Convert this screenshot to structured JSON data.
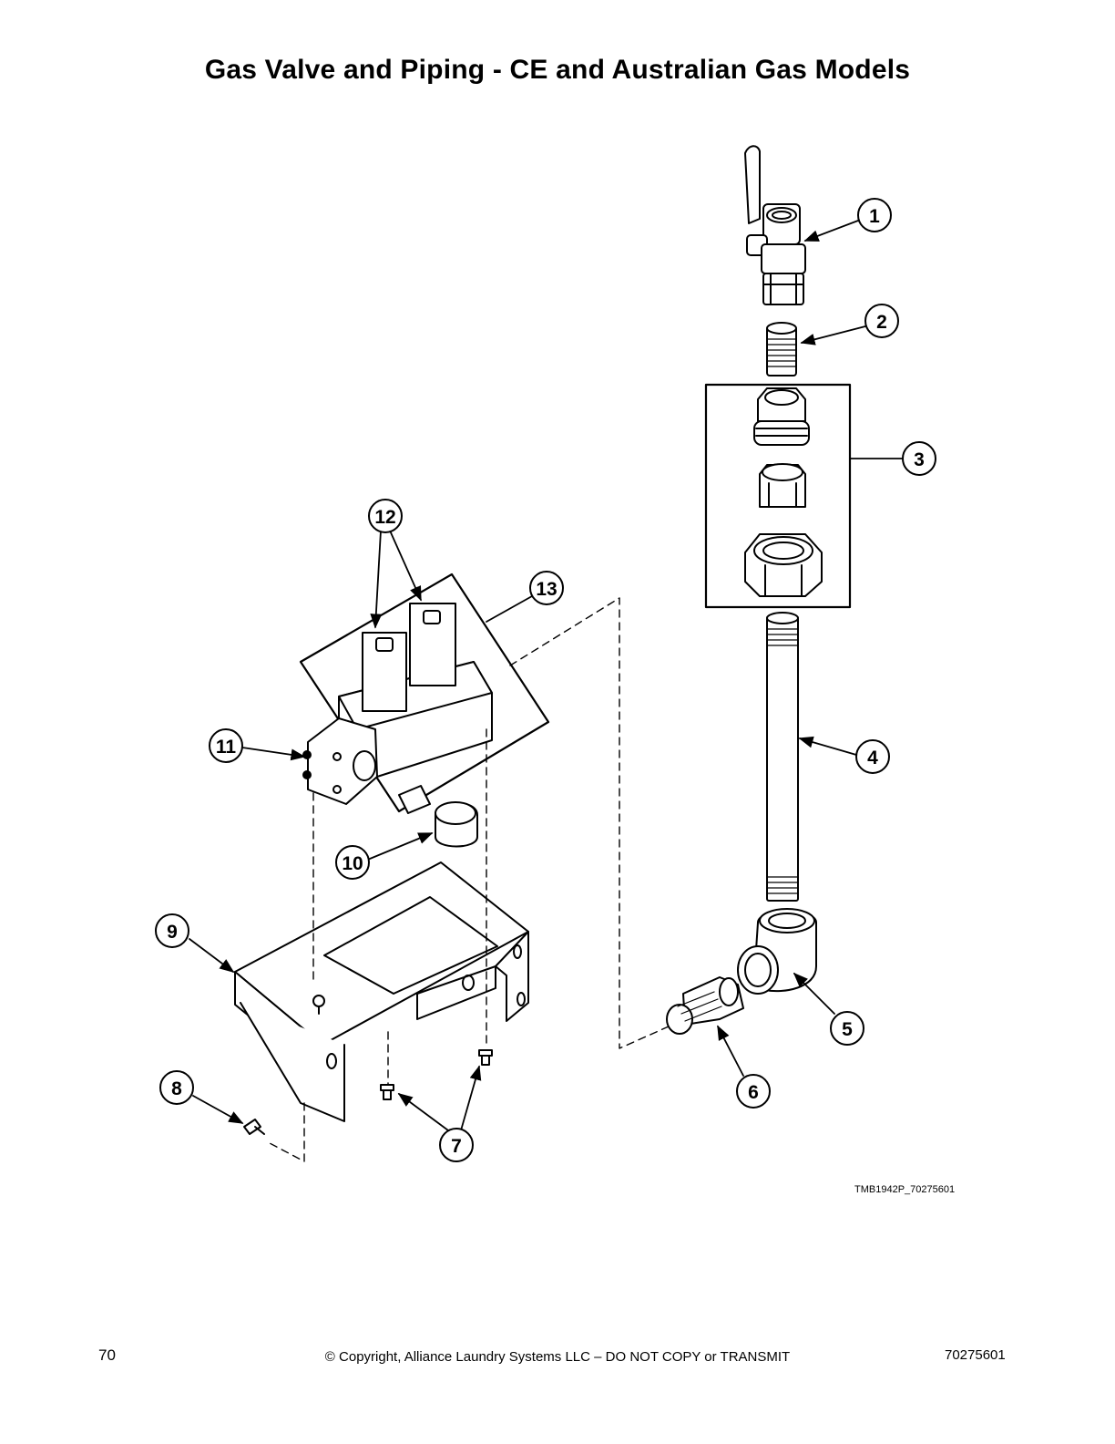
{
  "page": {
    "title": "Gas Valve and Piping - CE and Australian Gas Models",
    "figure_id": "TMB1942P_70275601",
    "page_number": "70",
    "copyright": "© Copyright, Alliance Laundry Systems LLC – DO NOT COPY or TRANSMIT",
    "document_number": "70275601"
  },
  "callouts": [
    {
      "id": "1",
      "label": "1"
    },
    {
      "id": "2",
      "label": "2"
    },
    {
      "id": "3",
      "label": "3"
    },
    {
      "id": "4",
      "label": "4"
    },
    {
      "id": "5",
      "label": "5"
    },
    {
      "id": "6",
      "label": "6"
    },
    {
      "id": "7",
      "label": "7"
    },
    {
      "id": "8",
      "label": "8"
    },
    {
      "id": "9",
      "label": "9"
    },
    {
      "id": "10",
      "label": "10"
    },
    {
      "id": "11",
      "label": "11"
    },
    {
      "id": "12",
      "label": "12"
    },
    {
      "id": "13",
      "label": "13"
    }
  ]
}
